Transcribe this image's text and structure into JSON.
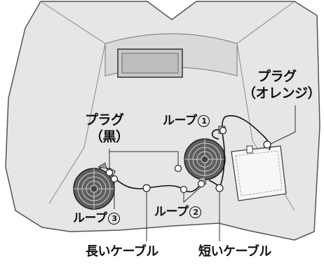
{
  "labels": {
    "plug_orange_line1": "プラグ",
    "plug_orange_line2": "（オレンジ）",
    "plug_black_line1": "プラグ",
    "plug_black_line2": "（黒）",
    "loop1_text": "ループ",
    "loop1_num": "1",
    "loop2_text": "ループ",
    "loop2_num": "2",
    "loop3_text": "ループ",
    "loop3_num": "3",
    "long_cable": "長いケーブル",
    "short_cable": "短いケーブル"
  },
  "colors": {
    "fabric": "#e6e6e6",
    "fabric_dark": "#cfcfcf",
    "outline": "#555555",
    "cable": "#111111",
    "fan": "#6a6a6a",
    "leader": "#333333"
  }
}
